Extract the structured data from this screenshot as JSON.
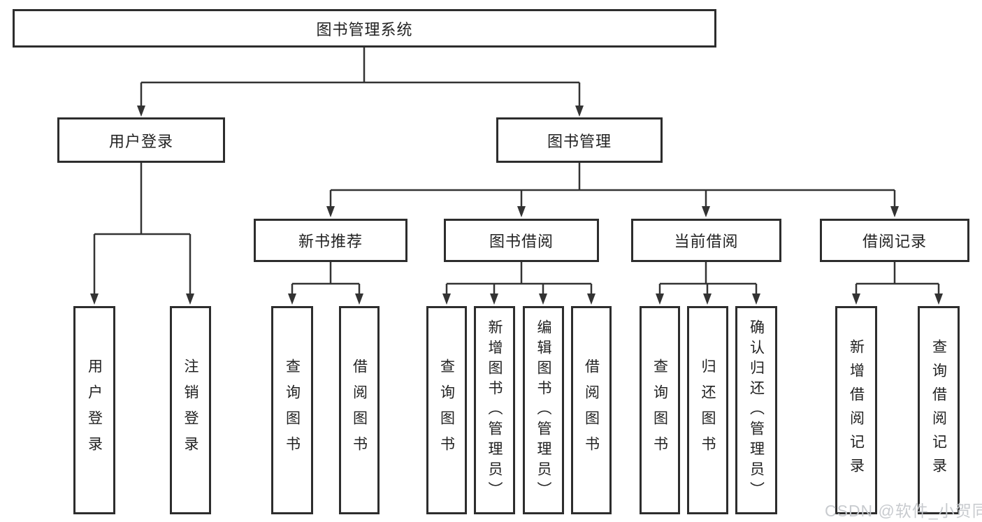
{
  "colors": {
    "background": "#ffffff",
    "line": "#333333",
    "box_border": "#2d2d2d",
    "text": "#222222",
    "watermark": "#c5c8cc"
  },
  "watermark": {
    "text": "CSDN @软件_小贺同学"
  },
  "tree": {
    "root": {
      "label": "图书管理系统",
      "children": {
        "user_login": {
          "label": "用户登录",
          "children": {
            "login": {
              "label": "用户登录"
            },
            "logout": {
              "label": "注销登录"
            }
          }
        },
        "book_management": {
          "label": "图书管理",
          "children": {
            "new_book_recommend": {
              "label": "新书推荐",
              "children": {
                "query_books": {
                  "label": "查询图书"
                },
                "borrow_books": {
                  "label": "借阅图书"
                }
              }
            },
            "book_borrowing": {
              "label": "图书借阅",
              "children": {
                "query_books": {
                  "label": "查询图书"
                },
                "add_books_admin": {
                  "label": "新增图书（管理员）"
                },
                "edit_books_admin": {
                  "label": "编辑图书（管理员）"
                },
                "borrow_books": {
                  "label": "借阅图书"
                }
              }
            },
            "current_borrowing": {
              "label": "当前借阅",
              "children": {
                "query_books": {
                  "label": "查询图书"
                },
                "return_books": {
                  "label": "归还图书"
                },
                "confirm_return_admin": {
                  "label": "确认归还（管理员）"
                }
              }
            },
            "borrowing_records": {
              "label": "借阅记录",
              "children": {
                "add_record": {
                  "label": "新增借阅记录"
                },
                "query_record": {
                  "label": "查询借阅记录"
                }
              }
            }
          }
        }
      }
    }
  }
}
